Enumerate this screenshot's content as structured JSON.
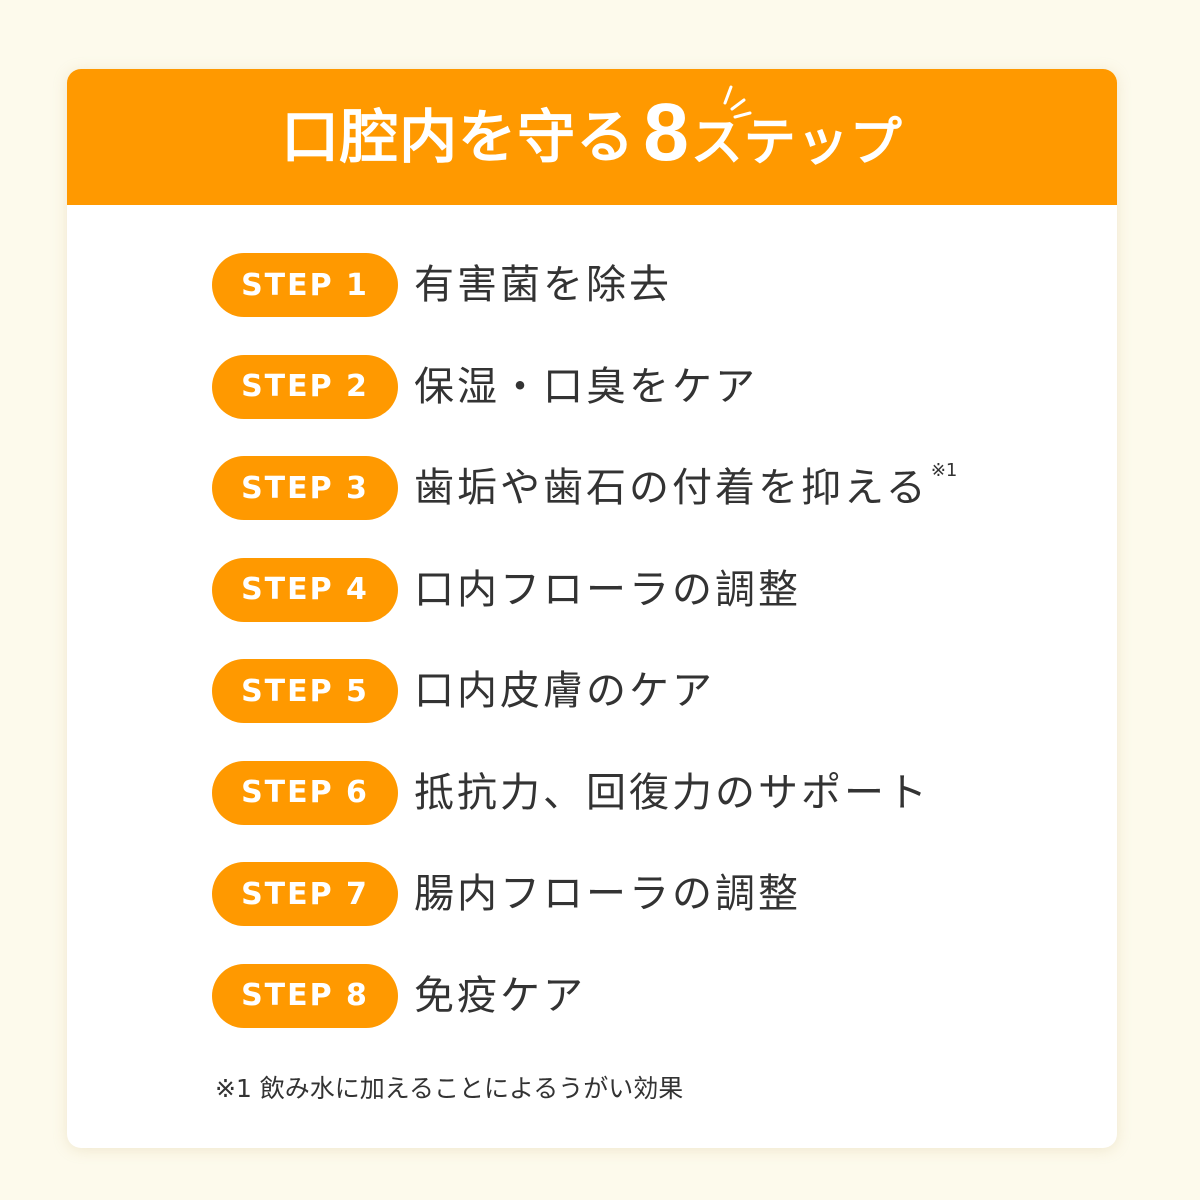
{
  "colors": {
    "background": "#fdfaec",
    "card": "#ffffff",
    "accent": "#ff9900",
    "text": "#333333",
    "title_text": "#ffffff"
  },
  "header": {
    "title_main": "口腔内を守る",
    "title_number": "8",
    "title_sub": "ステップ",
    "decoration": "sparkle-lines-icon"
  },
  "steps": [
    {
      "badge": "STEP 1",
      "label": "有害菌を除去",
      "note": ""
    },
    {
      "badge": "STEP 2",
      "label": "保湿・口臭をケア",
      "note": ""
    },
    {
      "badge": "STEP 3",
      "label": "歯垢や歯石の付着を抑える",
      "note": "※1"
    },
    {
      "badge": "STEP 4",
      "label": "口内フローラの調整",
      "note": ""
    },
    {
      "badge": "STEP 5",
      "label": "口内皮膚のケア",
      "note": ""
    },
    {
      "badge": "STEP 6",
      "label": "抵抗力、回復力のサポート",
      "note": ""
    },
    {
      "badge": "STEP 7",
      "label": "腸内フローラの調整",
      "note": ""
    },
    {
      "badge": "STEP 8",
      "label": "免疫ケア",
      "note": ""
    }
  ],
  "footnote": "※1 飲み水に加えることによるうがい効果"
}
